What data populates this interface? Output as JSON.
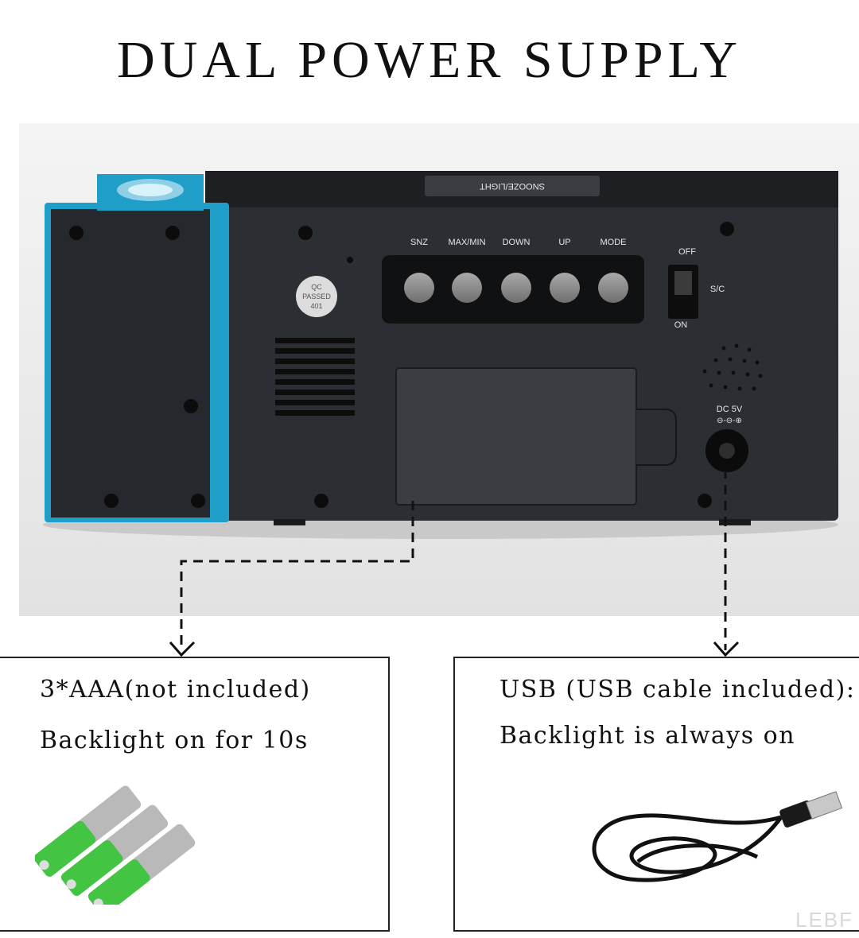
{
  "title": "DUAL POWER SUPPLY",
  "device": {
    "top_label": "SNOOZE/LIGHT",
    "qc_line1": "QC",
    "qc_line2": "PASSED",
    "qc_line3": "401",
    "buttons": [
      "SNZ",
      "MAX/MIN",
      "DOWN",
      "UP",
      "MODE"
    ],
    "switch_off": "OFF",
    "switch_on": "ON",
    "switch_label": "S/C",
    "dc_label": "DC 5V"
  },
  "battery_option": {
    "line1": "3*AAA(not included)",
    "line2": "Backlight on for 10s"
  },
  "usb_option": {
    "line1": "USB (USB cable included):",
    "line2": "Backlight is always on"
  },
  "watermark": "LEBF",
  "colors": {
    "device_body": "#2a2d31",
    "projector_accent": "#1f9fc7",
    "battery_green": "#3fbf3f",
    "background_photo": "#ececec"
  }
}
